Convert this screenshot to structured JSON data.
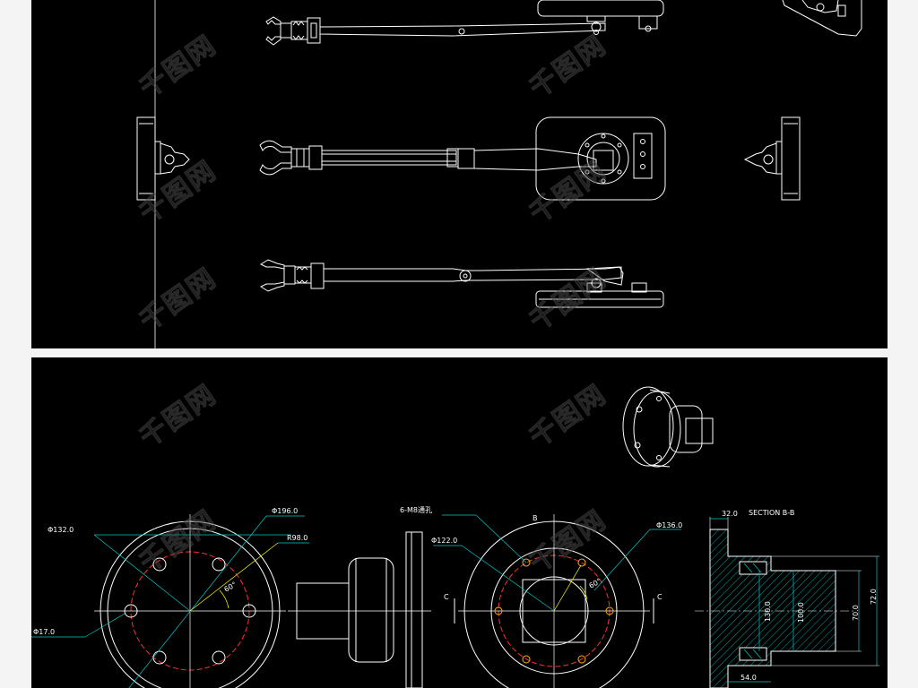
{
  "watermark": "千图网",
  "drawing_top": {
    "views": [
      "arm-top-view",
      "arm-plan-view",
      "arm-bottom-view",
      "base-left-view",
      "base-right-view"
    ]
  },
  "drawing_bottom": {
    "flange_front": {
      "dims": {
        "d132": "Φ132.0",
        "d196": "Φ196.0",
        "r98": "R98.0",
        "d17": "Φ17.0",
        "angle": "60°"
      }
    },
    "flange_rear": {
      "dims": {
        "holes": "6-M8通孔",
        "d122": "Φ122.0",
        "d136": "Φ136.0",
        "angle": "60°",
        "label_b": "B",
        "label_c_left": "C",
        "label_c_right": "C"
      }
    },
    "section": {
      "title": "SECTION B-B",
      "dims": {
        "w32": "32.0",
        "h130": "130.0",
        "h100": "100.0",
        "h70": "70.0",
        "h72": "72.0",
        "w54": "54.0"
      }
    }
  },
  "colors": {
    "line": "#ffffff",
    "dimension": "#00c8c8",
    "leader": "#00c8c8",
    "center": "#ff3030",
    "hole": "#ffb000",
    "hatch": "#00c8c8",
    "text": "#ffffff"
  }
}
